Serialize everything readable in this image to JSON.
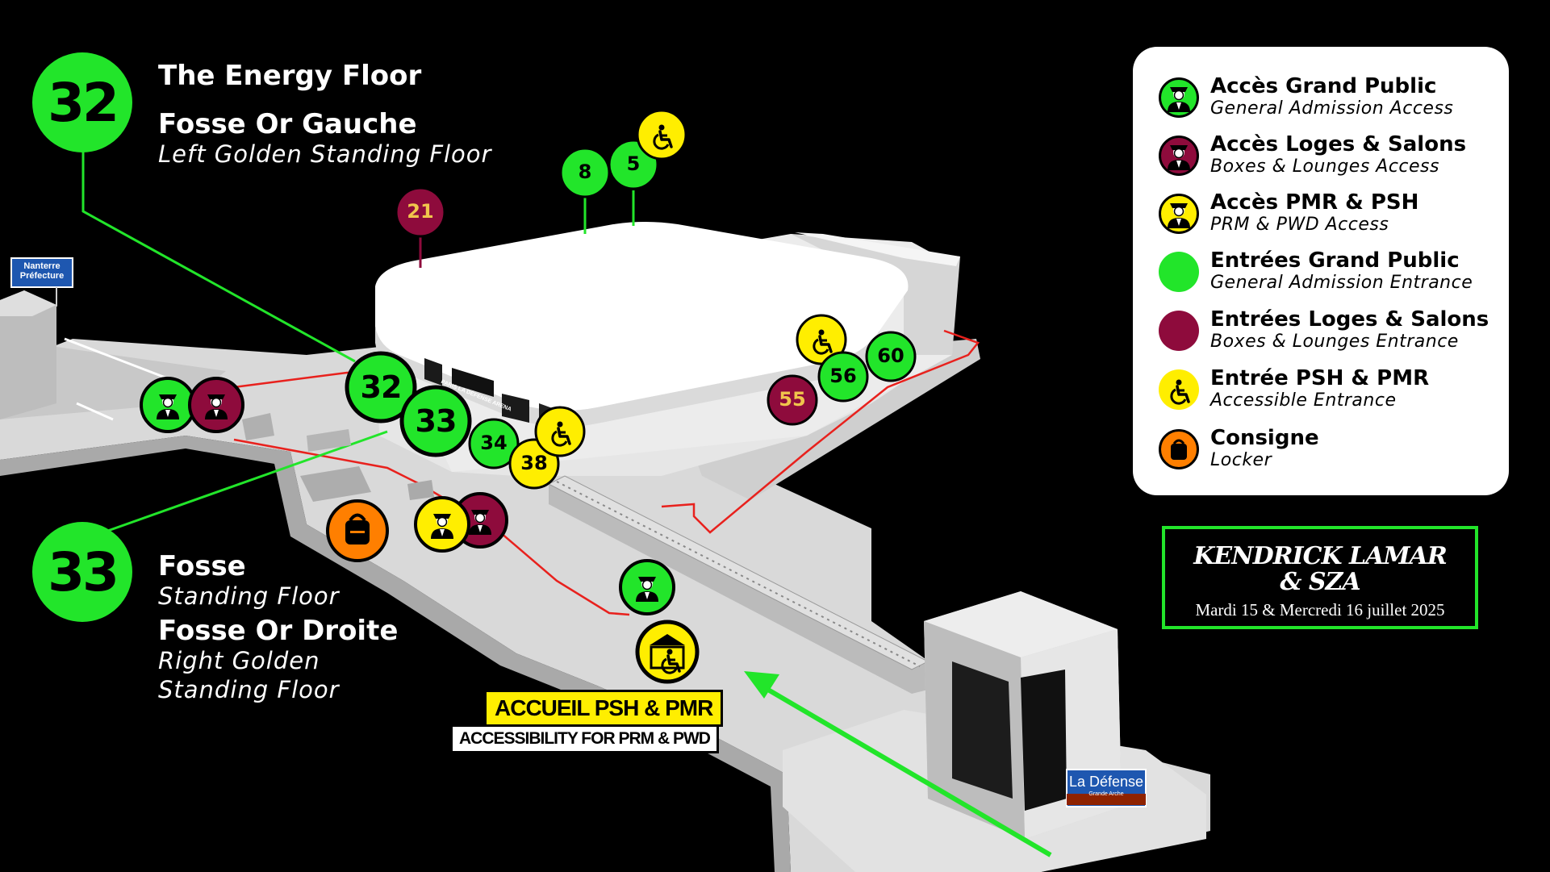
{
  "zones": {
    "left": {
      "number": "32",
      "title_top": "The Energy Floor",
      "title": "Fosse Or Gauche",
      "subtitle": "Left Golden Standing Floor"
    },
    "right": {
      "number": "33",
      "title1": "Fosse",
      "subtitle1": "Standing Floor",
      "title2": "Fosse Or Droite",
      "subtitle2_line1": "Right Golden",
      "subtitle2_line2": "Standing Floor"
    }
  },
  "legend": {
    "items": [
      {
        "icon": "guard-icon",
        "color": "#22e52a",
        "title": "Accès Grand Public",
        "subtitle": "General Admission Access"
      },
      {
        "icon": "guard-icon",
        "color": "#8e0b3c",
        "title": "Accès Loges & Salons",
        "subtitle": "Boxes & Lounges Access"
      },
      {
        "icon": "guard-icon",
        "color": "#ffee00",
        "title": "Accès PMR & PSH",
        "subtitle": "PRM & PWD Access"
      },
      {
        "icon": "dot-icon",
        "color": "#22e52a",
        "title": "Entrées Grand Public",
        "subtitle": "General Admission Entrance"
      },
      {
        "icon": "dot-icon",
        "color": "#8e0b3c",
        "title": "Entrées Loges & Salons",
        "subtitle": "Boxes & Lounges Entrance"
      },
      {
        "icon": "wheelchair-icon",
        "color": "#ffee00",
        "title": "Entrée PSH & PMR",
        "subtitle": "Accessible Entrance"
      },
      {
        "icon": "backpack-icon",
        "color": "#ff7f00",
        "title": "Consigne",
        "subtitle": "Locker"
      }
    ]
  },
  "event": {
    "title_line1": "KENDRICK LAMAR",
    "title_line2": "& SZA",
    "date": "Mardi 15 & Mercredi 16 juillet 2025"
  },
  "accessibility_desk": {
    "label": "ACCUEIL PSH & PMR",
    "sublabel": "ACCESSIBILITY FOR PRM & PWD"
  },
  "entrances": {
    "general": [
      "8",
      "5",
      "32",
      "33",
      "34",
      "56",
      "60"
    ],
    "boxes": [
      "21",
      "55"
    ],
    "accessible": [
      "38"
    ]
  },
  "stations": {
    "nanterre": {
      "line1": "Nanterre",
      "line2": "Préfecture"
    },
    "ladefense": {
      "name": "La Défense",
      "sub": "Grande Arche"
    }
  },
  "arena_sign": "PARIS LA DÉFENSE ARENA",
  "colors": {
    "general": "#22e52a",
    "boxes": "#8e0b3c",
    "accessible": "#ffee00",
    "locker": "#ff7f00",
    "route": "#e8211d"
  }
}
